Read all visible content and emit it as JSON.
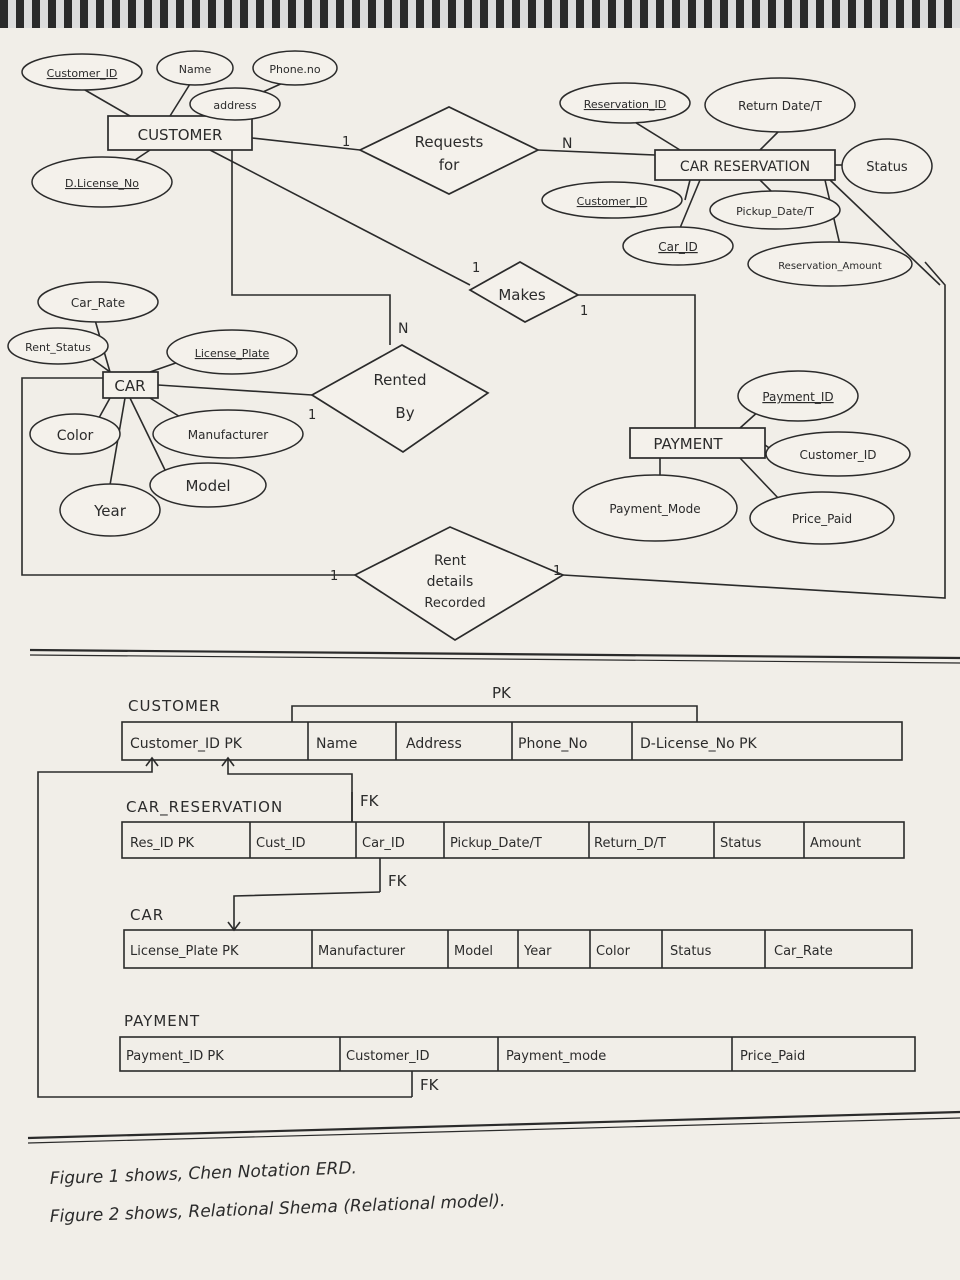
{
  "figure1": {
    "entities": {
      "customer": "CUSTOMER",
      "car_reservation": "CAR RESERVATION",
      "car": "CAR",
      "payment": "PAYMENT"
    },
    "relationships": {
      "requests_for": [
        "Requests",
        "for"
      ],
      "makes": "Makes",
      "rented_by": [
        "Rented",
        "By"
      ],
      "rent_details": [
        "Rent",
        "details",
        "Recorded"
      ]
    },
    "cardinalities": {
      "requests_customer": "1",
      "requests_reservation": "N",
      "makes_customer": "1",
      "makes_payment": "1",
      "rented_customer": "N",
      "rented_car": "1",
      "rent_car": "1",
      "rent_reservation": "1"
    },
    "attributes": {
      "customer": {
        "customer_id": "Customer_ID",
        "name": "Name",
        "phone": "Phone.no",
        "address": "address",
        "license": "D.License_No"
      },
      "car_reservation": {
        "reservation_id": "Reservation_ID",
        "return": "Return Date/T",
        "status": "Status",
        "customer_id": "Customer_ID",
        "pickup": "Pickup_Date/T",
        "car_id": "Car_ID",
        "amount": "Reservation_Amount"
      },
      "car": {
        "rate": "Car_Rate",
        "rent_status": "Rent_Status",
        "license_plate": "License_Plate",
        "color": "Color",
        "manufacturer": "Manufacturer",
        "model": "Model",
        "year": "Year"
      },
      "payment": {
        "payment_id": "Payment_ID",
        "customer_id": "Customer_ID",
        "mode": "Payment_Mode",
        "price": "Price_Paid"
      }
    }
  },
  "figure2": {
    "pk_marker": "PK",
    "fk_marker": "FK",
    "customer": {
      "title": "CUSTOMER",
      "cells": [
        "Customer_ID PK",
        "Name",
        "Address",
        "Phone_No",
        "D-License_No PK"
      ]
    },
    "car_reservation": {
      "title": "CAR_RESERVATION",
      "cells": [
        "Res_ID PK",
        "Cust_ID",
        "Car_ID",
        "Pickup_Date/T",
        "Return_D/T",
        "Status",
        "Amount"
      ]
    },
    "car": {
      "title": "CAR",
      "cells": [
        "License_Plate PK",
        "Manufacturer",
        "Model",
        "Year",
        "Color",
        "Status",
        "Car_Rate"
      ]
    },
    "payment": {
      "title": "PAYMENT",
      "cells": [
        "Payment_ID PK",
        "Customer_ID",
        "Payment_mode",
        "Price_Paid"
      ]
    }
  },
  "captions": {
    "line1": "Figure 1 shows, Chen Notation ERD.",
    "line2": "Figure 2 shows, Relational Shema (Relational model)."
  }
}
